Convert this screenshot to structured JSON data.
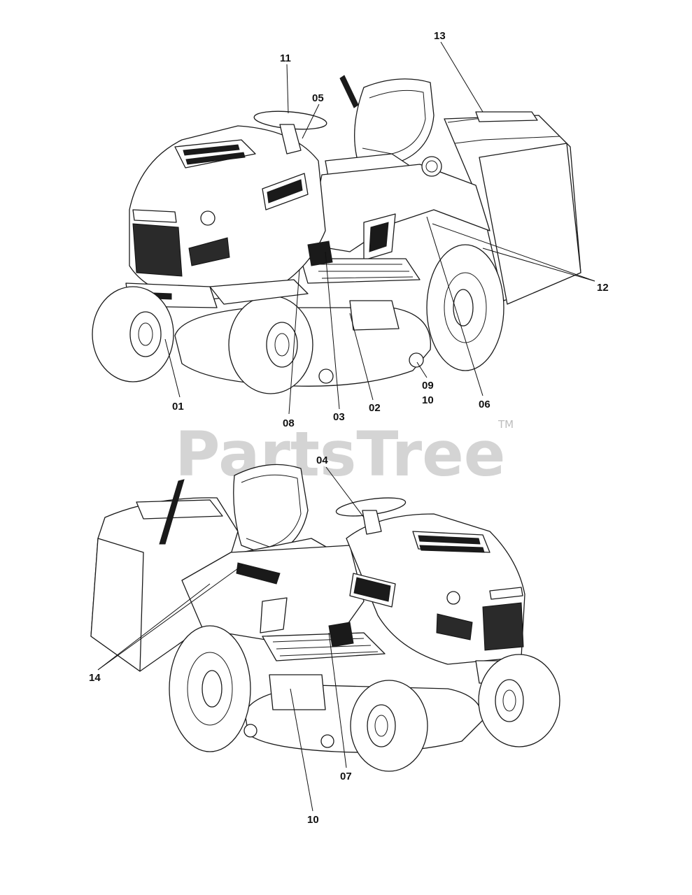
{
  "watermark": {
    "text": "PartsTree",
    "tm": "TM"
  },
  "callouts": {
    "c11": "11",
    "c05": "05",
    "c13": "13",
    "c12": "12",
    "c01": "01",
    "c08": "08",
    "c03": "03",
    "c02": "02",
    "c09": "09",
    "c10a": "10",
    "c06": "06",
    "c04": "04",
    "c14": "14",
    "c07": "07",
    "c10b": "10"
  },
  "colors": {
    "ink": "#1a1a1a",
    "watermark": "#d4d4d4",
    "background": "#ffffff"
  }
}
